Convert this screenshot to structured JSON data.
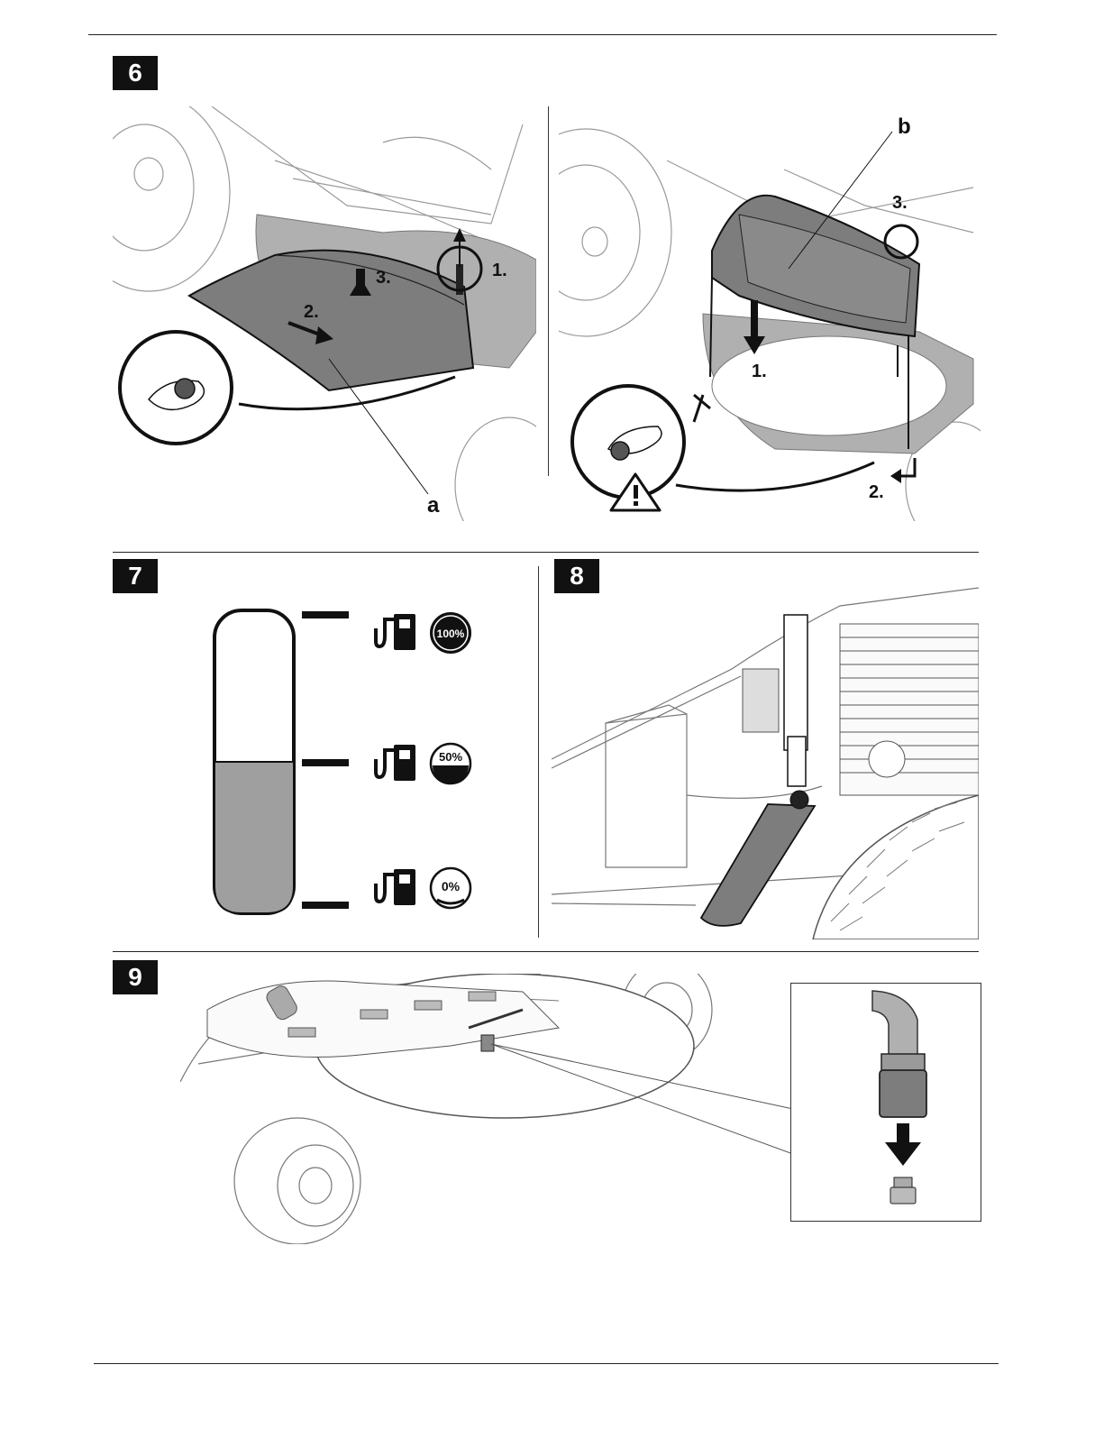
{
  "figures": {
    "fig6": {
      "number": "6",
      "left": {
        "part_label": "a",
        "steps": [
          "1.",
          "2.",
          "3."
        ]
      },
      "right": {
        "part_label": "b",
        "steps": [
          "1.",
          "2.",
          "3."
        ]
      }
    },
    "fig7": {
      "number": "7",
      "fuel_level_fraction": 0.5,
      "levels": [
        "100%",
        "50%",
        "0%"
      ]
    },
    "fig8": {
      "number": "8"
    },
    "fig9": {
      "number": "9"
    }
  },
  "colors": {
    "shade": "#7d7d7d",
    "light_shade": "#b0b0b0",
    "ink": "#111111",
    "line": "#9a9a9a"
  },
  "icons": [
    "fuel-pump-icon",
    "warning-triangle-icon",
    "rotate-arrows-icon"
  ]
}
